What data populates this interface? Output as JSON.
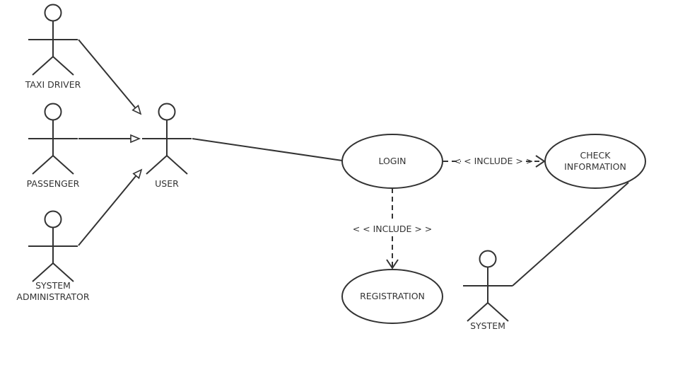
{
  "actors": {
    "taxi_driver": "TAXI DRIVER",
    "passenger": "PASSENGER",
    "system_administrator_line1": "SYSTEM",
    "system_administrator_line2": "ADMINISTRATOR",
    "user": "USER",
    "system": "SYSTEM"
  },
  "use_cases": {
    "login": "LOGIN",
    "check_information_line1": "CHECK",
    "check_information_line2": "INFORMATION",
    "registration": "REGISTRATION"
  },
  "relations": {
    "include_login_check": "< < INCLUDE > >",
    "include_login_registration": "< < INCLUDE > >"
  },
  "colors": {
    "stroke": "#333333",
    "background": "#ffffff"
  }
}
